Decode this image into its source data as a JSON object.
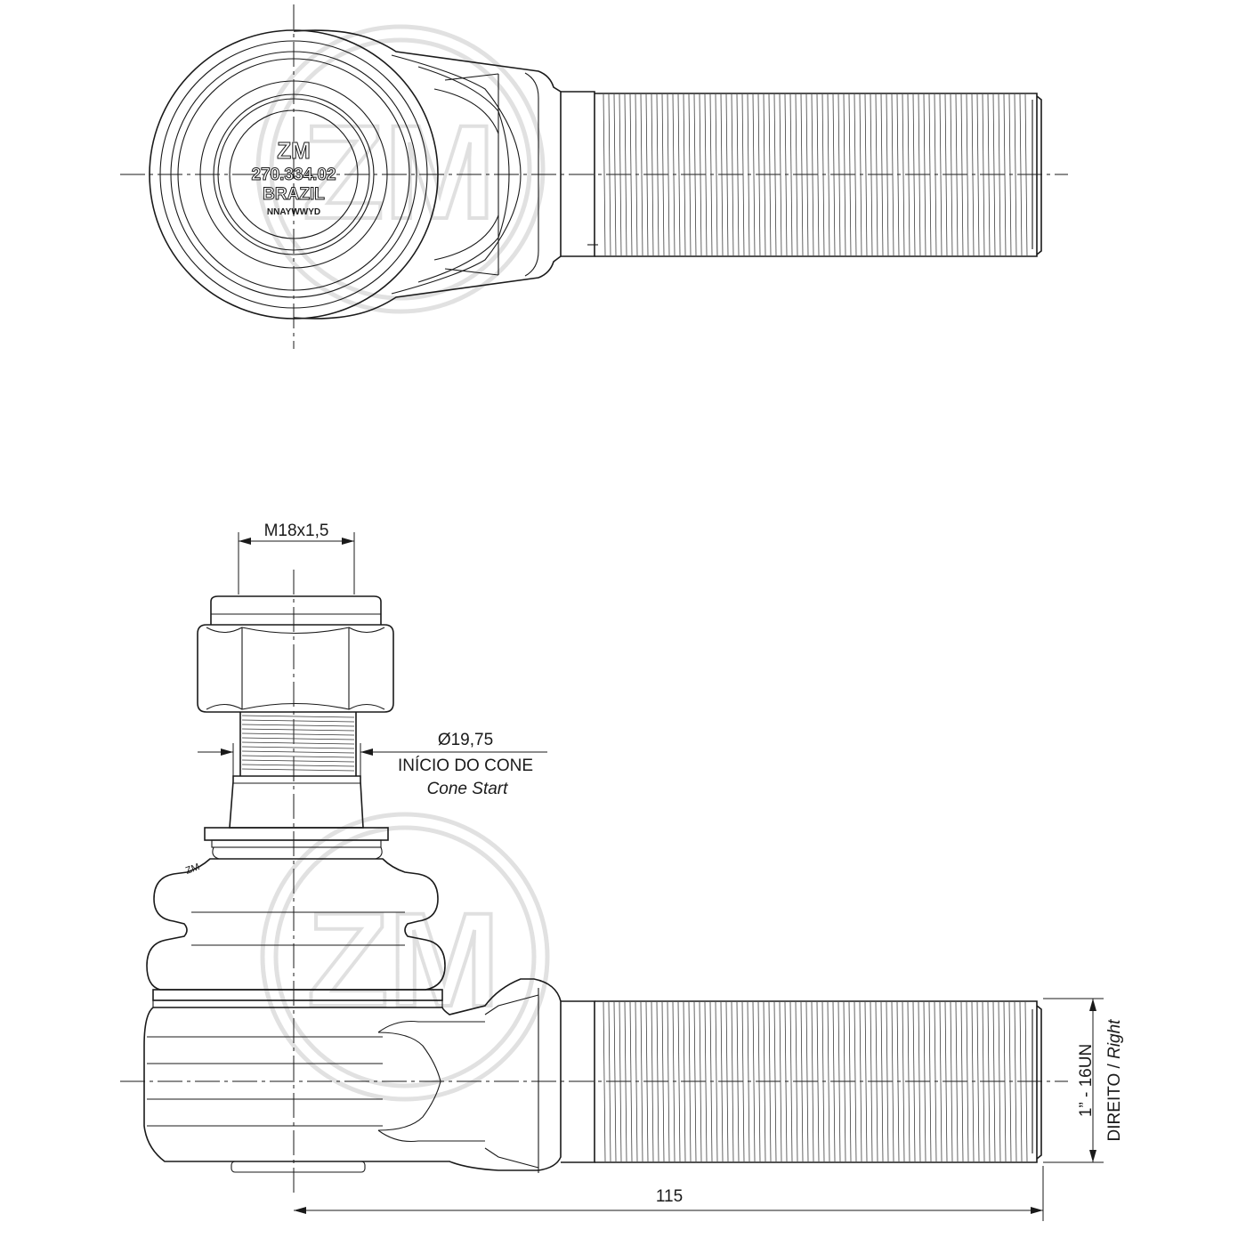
{
  "part_marking": {
    "brand": "ZM",
    "part_number": "270.334.02",
    "country": "BRAZIL",
    "date_code": "NNAYWWYD"
  },
  "watermark": {
    "logo_text": "ZM"
  },
  "dimensions": {
    "stud_thread": "M18x1,5",
    "cone_diameter": "Ø19,75",
    "cone_start_pt": "INÍCIO DO CONE",
    "cone_start_en": "Cone Start",
    "shank_thread": "1” - 16UN",
    "shank_direction_pt": "DIREITO /",
    "shank_direction_en": "Right",
    "overall_length": "115"
  },
  "colors": {
    "line": "#1a1a1a",
    "watermark": "#c8c8c8",
    "background": "#ffffff"
  }
}
